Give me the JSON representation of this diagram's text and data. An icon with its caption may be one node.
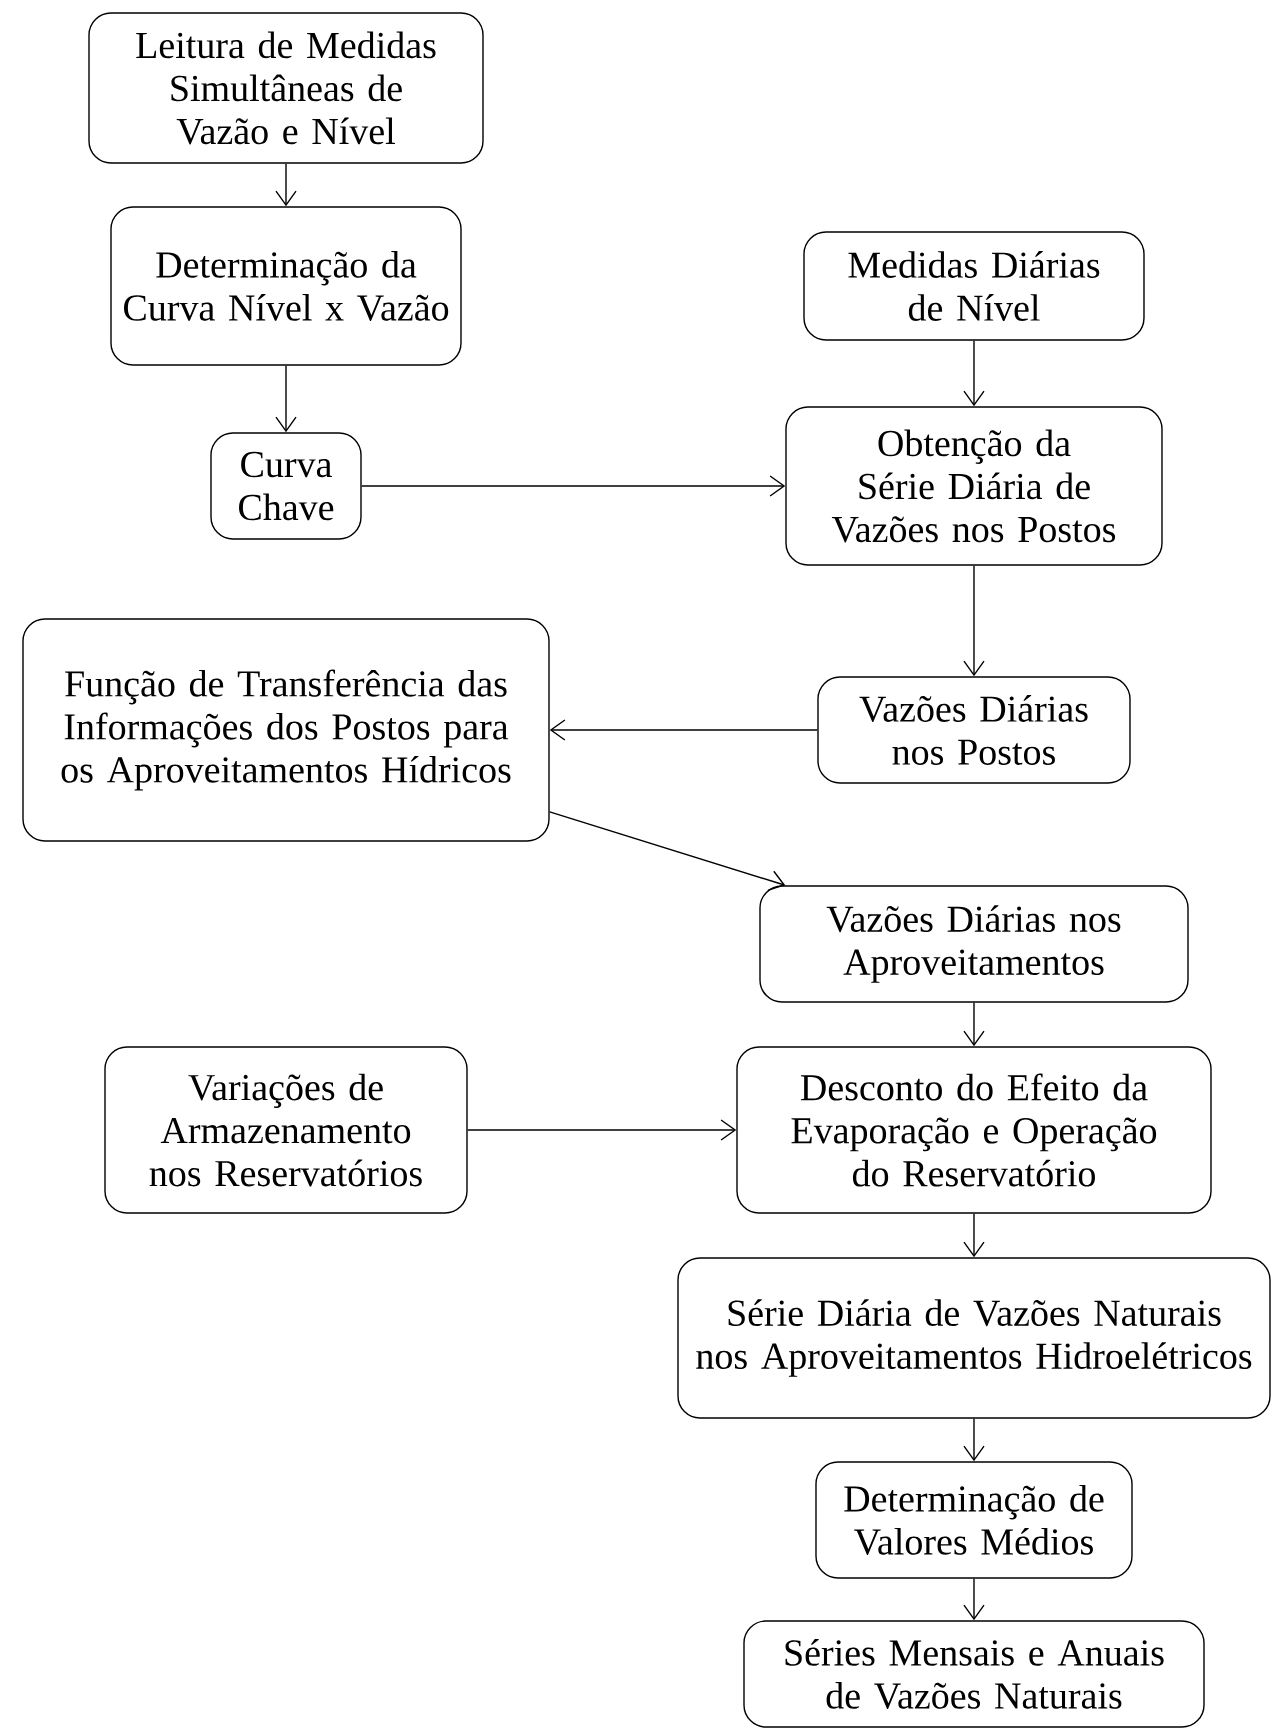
{
  "diagram": {
    "nodes": [
      {
        "text": [
          "Leitura de Medidas Simultâneas de Vazão e Nível"
        ]
      },
      {
        "text": [
          "Determinação da Curva Nível x Vazão"
        ]
      },
      {
        "text": [
          "Curva Chave"
        ]
      },
      {
        "text": [
          "Medidas Diárias de Nível"
        ]
      },
      {
        "text": [
          "Obtenção da Série Diária de Vazões nos Postos"
        ]
      },
      {
        "text": [
          "Função de Transferência das Informações dos Postos para os Aproveitamentos Hídricos"
        ]
      },
      {
        "text": [
          "Vazões Diárias nos Postos"
        ]
      },
      {
        "text": [
          "Vazões Diárias nos Aproveitamentos"
        ]
      },
      {
        "text": [
          "Variações de Armazenamento nos Reservatórios"
        ]
      },
      {
        "text": [
          "Desconto do Efeito da Evaporação e Operação do Reservatório"
        ]
      },
      {
        "text": [
          "Série Diária de Vazões Naturais nos Aproveitamentos Hidroelétricos"
        ]
      },
      {
        "text": [
          "Determinação de Valores Médios"
        ]
      },
      {
        "text": [
          "Séries Mensais e Anuais de Vazões Naturais"
        ]
      }
    ],
    "edges": [
      {
        "from": 0,
        "to": 1,
        "arrow": "to"
      },
      {
        "from": 1,
        "to": 2,
        "arrow": "to"
      },
      {
        "from": 2,
        "to": 4,
        "arrow": "to"
      },
      {
        "from": 3,
        "to": 4,
        "arrow": "to"
      },
      {
        "from": 4,
        "to": 6,
        "arrow": "to"
      },
      {
        "from": 6,
        "to": 5,
        "arrow": "to"
      },
      {
        "from": 5,
        "to": 7,
        "arrow": "to"
      },
      {
        "from": 7,
        "to": 9,
        "arrow": "to"
      },
      {
        "from": 8,
        "to": 9,
        "arrow": "to"
      },
      {
        "from": 9,
        "to": 10,
        "arrow": "to"
      },
      {
        "from": 10,
        "to": 11,
        "arrow": "to"
      },
      {
        "from": 11,
        "to": 12,
        "arrow": "to"
      }
    ]
  }
}
